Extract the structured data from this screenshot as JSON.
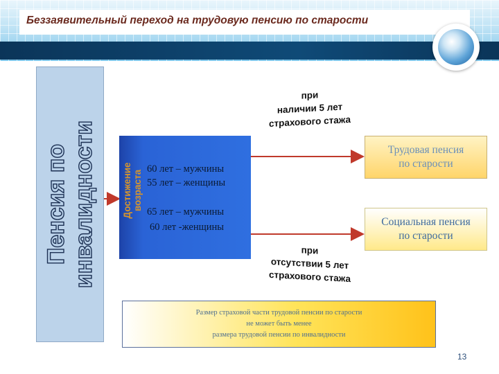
{
  "header": {
    "title": "Беззаявительный переход на трудовую пенсию по старости"
  },
  "left_box": {
    "text": "Пенсия по\nинвалидности"
  },
  "center_box": {
    "vertical_label": "Достижение\nвозраста",
    "lines": [
      "60 лет – мужчины",
      "55 лет – женщины",
      "65 лет – мужчины",
      "60 лет -женщины"
    ]
  },
  "captions": {
    "top": "при\nналичии 5 лет\nстрахового стажа",
    "bottom": "при\nотсутствии 5 лет\nстрахового стажа"
  },
  "right_boxes": {
    "labour": "Трудовая пенсия\nпо старости",
    "social": "Социальная пенсия\nпо старости"
  },
  "note": {
    "text": "Размер страховой части трудовой пенсии по старости\nне может быть менее\nразмера трудовой пенсии по инвалидности"
  },
  "page_number": "13",
  "colors": {
    "title": "#6b2a1f",
    "blue_box": "#2f6fe0",
    "vertical_label": "#d8952a",
    "right_box_fill": "#ffd56a",
    "left_box_fill": "#bcd3ea"
  }
}
